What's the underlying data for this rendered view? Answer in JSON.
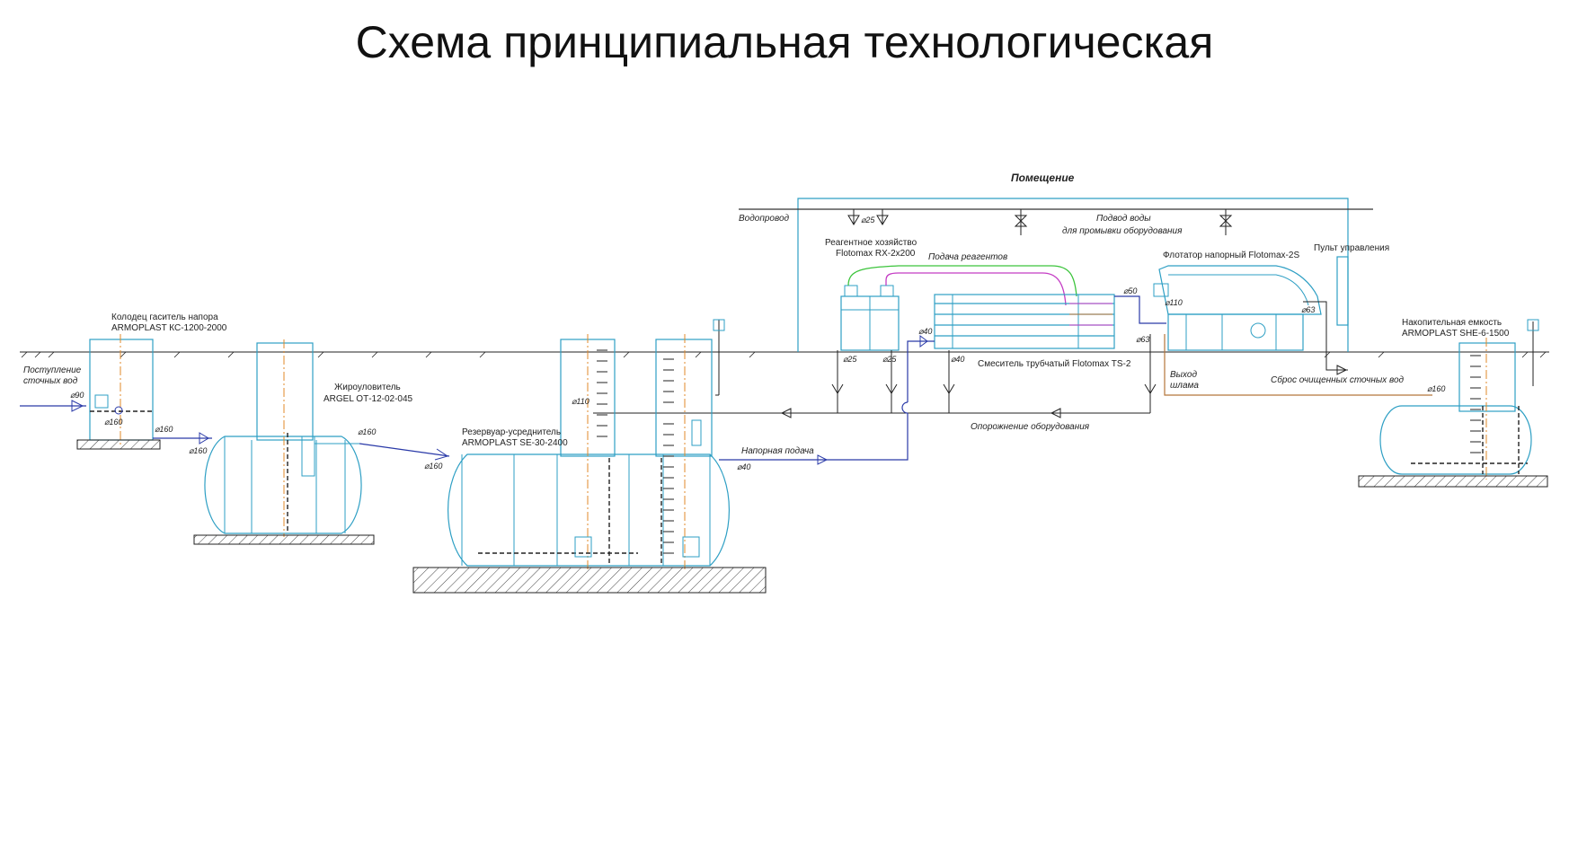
{
  "title": "Схема принципиальная технологическая",
  "labels": {
    "room": "Помещение",
    "water_main": "Водопровод",
    "wash_water_1": "Подвод воды",
    "wash_water_2": "для промывки оборудования",
    "reagent_1": "Реагентное хозяйство",
    "reagent_2": "Flotomax RX-2x200",
    "reagent_feed": "Подача реагентов",
    "flotator": "Флотатор напорный Flotomax-2S",
    "control_panel": "Пульт управления",
    "mixer": "Смеситель трубчатый Flotomax TS-2",
    "sludge_1": "Выход",
    "sludge_2": "шлама",
    "discharge": "Сброс очищенных сточных вод",
    "drain": "Опорожнение оборудования",
    "pressure_feed": "Напорная подача",
    "inflow_1": "Поступление",
    "inflow_2": "сточных вод",
    "well_1": "Колодец гаситель напора",
    "well_2": "ARMOPLAST КС-1200-2000",
    "grease_1": "Жироуловитель",
    "grease_2": "ARGEL ОТ-12-02-045",
    "reservoir_1": "Резервуар-усреднитель",
    "reservoir_2": "ARMOPLAST SE-30-2400",
    "storage_1": "Накопительная емкость",
    "storage_2": "ARMOPLAST SHE-6-1500"
  },
  "diameters": {
    "d25a": "⌀25",
    "d25b": "⌀25",
    "d25c": "⌀25",
    "d40a": "⌀40",
    "d40b": "⌀40",
    "d40c": "⌀40",
    "d50": "⌀50",
    "d110a": "⌀110",
    "d110b": "⌀110",
    "d63a": "⌀63",
    "d63b": "⌀63",
    "d90": "⌀90",
    "d160a": "⌀160",
    "d160b": "⌀160",
    "d160c": "⌀160",
    "d160d": "⌀160",
    "d160e": "⌀160",
    "d160f": "⌀160"
  },
  "colors": {
    "equipment": "#2e9fc4",
    "axis": "#e08a2a",
    "reagent_green": "#3cc43c",
    "reagent_magenta": "#c43cc4",
    "sludge_brown": "#b5763a",
    "pipe_blue": "#2a3aa8"
  }
}
